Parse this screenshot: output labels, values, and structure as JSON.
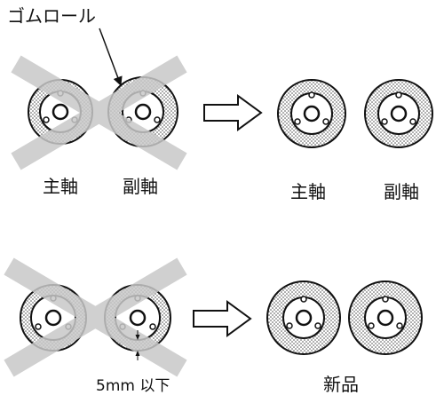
{
  "top_panel": {
    "callout_label": "ゴムロール",
    "left_captions": [
      "主軸",
      "副軸"
    ],
    "right_captions": [
      "主軸",
      "副軸"
    ]
  },
  "bottom_panel": {
    "wear_label": "5mm 以下",
    "new_label": "新品"
  },
  "colors": {
    "cross": "#c8c8c8",
    "outline": "#111111",
    "dots": "#444444"
  }
}
